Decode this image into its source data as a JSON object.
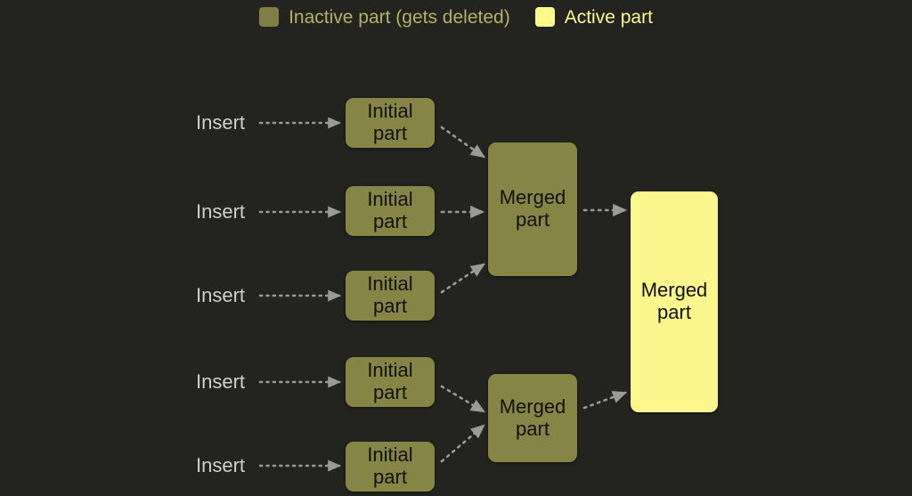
{
  "background_color": "#232320",
  "legend": {
    "items": [
      {
        "label": "Inactive part (gets deleted)",
        "color": "#807e44",
        "icon": "square-swatch-icon",
        "state": "inactive"
      },
      {
        "label": "Active part",
        "color": "#fcf98d",
        "icon": "square-swatch-icon",
        "state": "active"
      }
    ]
  },
  "inserts": [
    {
      "label": "Insert"
    },
    {
      "label": "Insert"
    },
    {
      "label": "Insert"
    },
    {
      "label": "Insert"
    },
    {
      "label": "Insert"
    }
  ],
  "initial_parts": [
    {
      "label": "Initial\npart"
    },
    {
      "label": "Initial\npart"
    },
    {
      "label": "Initial\npart"
    },
    {
      "label": "Initial\npart"
    },
    {
      "label": "Initial\npart"
    }
  ],
  "merged_parts": [
    {
      "label": "Merged\npart",
      "state": "inactive"
    },
    {
      "label": "Merged\npart",
      "state": "inactive"
    }
  ],
  "active_part": {
    "label": "Merged\npart",
    "state": "active"
  },
  "edges": {
    "style": "dotted",
    "color": "#9a9a96",
    "arrowhead": "triangle"
  }
}
